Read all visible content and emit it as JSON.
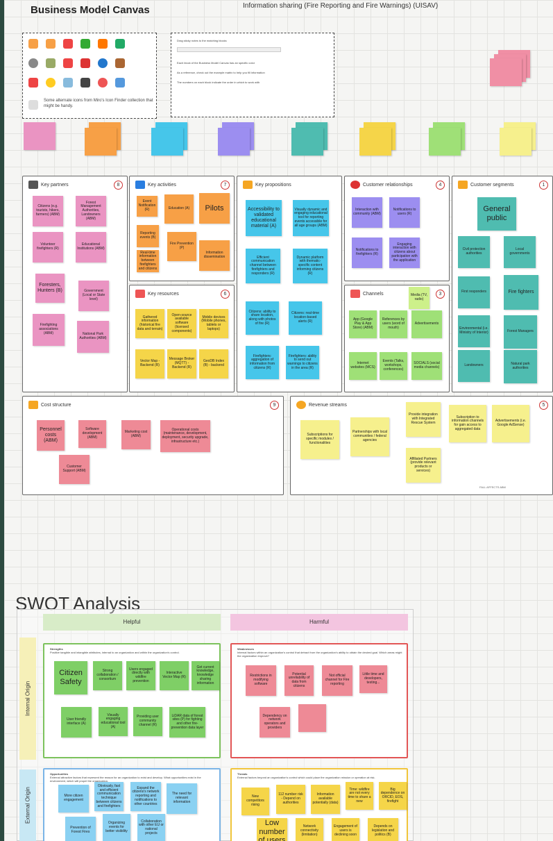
{
  "header": {
    "title": "Business Model Canvas",
    "subtitle": "Information sharing (Fire Reporting and Fire Warnings) (UISAV)"
  },
  "legend": {
    "icon_note": "Some alternate icons from Miro's Icon Finder collection that might be handy.",
    "icons": [
      "person-icon",
      "tools-icon",
      "truck-icon",
      "tractor-icon",
      "fire-icon",
      "tree-icon",
      "settings-icon",
      "card-icon",
      "phone-icon",
      "extinguisher-icon",
      "globe-icon",
      "house-icon",
      "firetruck-icon",
      "bulb-icon",
      "cloud-icon",
      "laptop-icon",
      "target-icon",
      "plane-icon"
    ],
    "instructions": [
      "Drag sticky notes to the matching blocks",
      "Each block of the Business Model Canvas has an specific color",
      "As a reference, check out the example matrix to help you fill information",
      "The numbers on each block indicate the order in which to work with"
    ]
  },
  "palette": [
    "#ea94c2",
    "#f7a046",
    "#46c6ea",
    "#9c8ef0",
    "#4fbcb0",
    "#f5d549",
    "#9fe077",
    "#f6f08d"
  ],
  "bmc": {
    "key_partners": {
      "label": "Key partners",
      "num": "8",
      "notes": [
        "Citizens (e.g. tourists, hikers, farmers) (ABM)",
        "Forest Management Authorities, Landowners (ABM)",
        "Volunteer firefighters (R)",
        "Educational Institutions (ABM)",
        "Foresters, Hunters (B)",
        "Government (Local or State level)",
        "Firefighting associations (ABM)",
        "National Park Authorities (ABM)"
      ]
    },
    "key_activities": {
      "label": "Key activities",
      "num": "7",
      "notes": [
        "Event Notification (R)",
        "Education (A)",
        "Pilots",
        "Reporting events (B)",
        "Fire Prevention (P)",
        "Information dissemination",
        "Real-time information between firefighters and citizens"
      ]
    },
    "key_resources": {
      "label": "Key resources",
      "num": "6",
      "notes": [
        "Gathered information (historical fire data and terrain)",
        "Open-source available software (licensed components)",
        "Mobile devices (Mobile phones, tablets or laptops)",
        "Vector Map - Backend (R)",
        "Message Broker (MQTT) - Backend (R)",
        "GeoDB Index (B) - backend"
      ]
    },
    "value_propositions": {
      "label": "Key propositions",
      "num": "",
      "notes": [
        "Accessibility to validated educational material (A)",
        "Visually dynamic and engaging educational tool for reporting events accessible for all age groups (ABM)",
        "Efficient communication channel between firefighters and responders (R)",
        "Dynamic platform with thematic-specific content informing citizens (R)",
        "Citizens: ability to share location, along with photos of fire (R)",
        "Citizens: real-time location-based alerts (R)",
        "Firefighters: aggregation of information from citizens (R)",
        "Firefighters: ability to send out warnings to citizens in the area (R)"
      ]
    },
    "customer_relationships": {
      "label": "Customer relationships",
      "num": "4",
      "notes": [
        "Interaction with community (ABM)",
        "Notifications to users (R)",
        "Notifications to firefighters (R)",
        "Engaging interaction with citizens about participation with the application"
      ]
    },
    "channels": {
      "label": "Channels",
      "num": "3",
      "notes": [
        "Media (TV, radio)",
        "App (Google Play & App Store) (ABM)",
        "References by users (word of mouth)",
        "Advertisements",
        "Internet websites (MCS)",
        "Events (Talks, workshops, conferences)",
        "SOCIALS (social media channels)"
      ]
    },
    "customer_segments": {
      "label": "Customer segments",
      "num": "1",
      "notes": [
        "General public",
        "Civil protection authorities",
        "Local governments",
        "First responders",
        "Fire fighters",
        "Environmental (i.e. Ministry of Interior)",
        "Forest Managers",
        "Landowners",
        "Natural park authorities"
      ]
    },
    "cost_structure": {
      "label": "Cost structure",
      "num": "9",
      "notes": [
        "Personnel costs (ABM)",
        "Software development (ABM)",
        "Marketing cost (ABM)",
        "Operational costs (maintenance, development, deployment, security upgrade, infrastructure etc.)",
        "Customer Support (ABM)"
      ]
    },
    "revenue_streams": {
      "label": "Revenue streams",
      "num": "5",
      "notes": [
        "Subscriptions for specific modules / functionalities",
        "Partnerships with local communities / federal agencies",
        "Provide integration with Integrated Rescue System",
        "Subscription to information channels for gain access to aggregated data",
        "Advertisements (i.e. Google AdSense)",
        "Affiliated Partners (provide relevant products or services)"
      ],
      "footer": "FALL AFFECTS ABM"
    }
  },
  "swot": {
    "title": "SWOT Analysis",
    "helpful": "Helpful",
    "harmful": "Harmful",
    "internal": "Internal Origin",
    "external": "External Origin",
    "strengths": {
      "head": "Strengths",
      "desc": "Positive tangible and intangible attributes, internal to an organization and within the organization's control.",
      "notes": [
        "Citizen Safety",
        "Strong collaboration / consortium",
        "Users engaged directly with wildfire prevention",
        "Interactive Vector Map (R)",
        "Get current knowledge, knowledge sharing information",
        "User friendly interface (A)",
        "Visually engaging educational tool (A)",
        "Providing user community channel (R)",
        "LiDAR data of forest sites (P) for fighting and other fire-prevention data layer"
      ]
    },
    "weaknesses": {
      "head": "Weaknesses",
      "desc": "Internal factors within an organization's control that detract from the organization's ability to obtain the desired goal. Which areas might the organization improve?",
      "notes": [
        "Restrictions in modifying software",
        "Potential unreliability of data from citizens",
        "Not official channel for Fire reporting",
        "Little time and developers, testing...",
        "Dependency on network operators and providers",
        ""
      ]
    },
    "opportunities": {
      "head": "Opportunities",
      "desc": "External attractive factors that represent the reason for an organization to exist and develop. What opportunities exist in the environment, which will propel the organization.",
      "notes": [
        "More citizen engagement",
        "Obviously, fast and efficient communication technique between citizens and firefighters",
        "Expand the citizens's network reporting and notifications to other countries",
        "The need for relevant information",
        "Prevention of Forest Fires",
        "Organizing events for better visibility",
        "Collaboration with other EU or national projects"
      ]
    },
    "threats": {
      "head": "Threats",
      "desc": "External factors beyond an organization's control which could place the organization mission or operation at risk.",
      "notes": [
        "New competitors rising",
        "112 number risk - Depend on authorities",
        "Information available potentially (data)",
        "Time: wildfire are not every time to share a new",
        "Big dependence on ORCID, EOS, firefight",
        "Low number of users",
        "Network connectivity (limitation)",
        "Engagement of users is declining soon",
        "Depends on legislation and politics (B)"
      ]
    }
  }
}
